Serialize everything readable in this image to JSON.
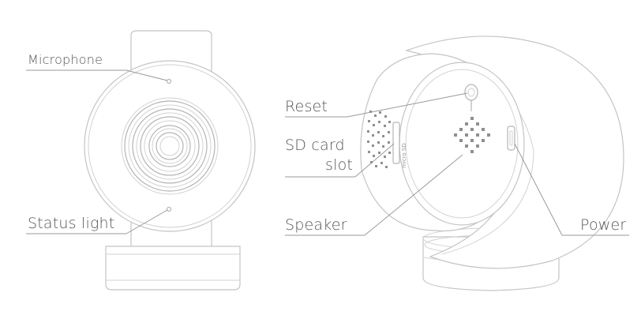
{
  "labels": {
    "microphone": "Microphone",
    "status_light": "Status light",
    "reset": "Reset",
    "sd_card_line1": "SD card",
    "sd_card_line2": "slot",
    "speaker": "Speaker",
    "power": "Power",
    "slot_text": "micro SD"
  },
  "colors": {
    "label_text": "#555555",
    "leader_line": "#9a9a9a",
    "outline": "#c4c4c4"
  },
  "icons": [
    "microphone-hole-icon",
    "status-light-icon",
    "reset-pin-icon",
    "speaker-grille-icon",
    "power-port-icon"
  ]
}
